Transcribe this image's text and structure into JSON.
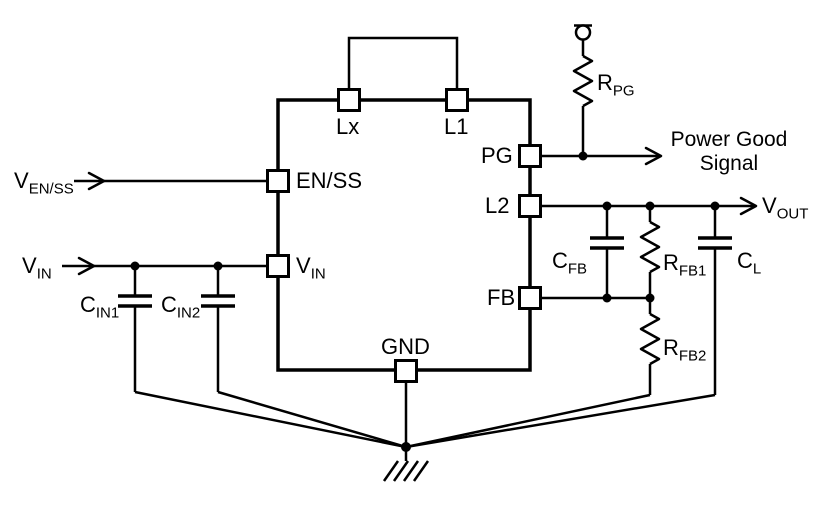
{
  "ic": {
    "pins": {
      "lx": "Lx",
      "l1": "L1",
      "en_ss": "EN/SS",
      "vin": {
        "main": "V",
        "sub": "IN"
      },
      "pg": "PG",
      "l2": "L2",
      "fb": "FB",
      "gnd": "GND"
    }
  },
  "signals": {
    "ven_ss": {
      "main": "V",
      "sub": "EN/SS"
    },
    "vin": {
      "main": "V",
      "sub": "IN"
    },
    "vout": {
      "main": "V",
      "sub": "OUT"
    },
    "power_good": {
      "line1": "Power Good",
      "line2": "Signal"
    }
  },
  "components": {
    "rpg": {
      "main": "R",
      "sub": "PG"
    },
    "cin1": {
      "main": "C",
      "sub": "IN1"
    },
    "cin2": {
      "main": "C",
      "sub": "IN2"
    },
    "cfb": {
      "main": "C",
      "sub": "FB"
    },
    "rfb1": {
      "main": "R",
      "sub": "FB1"
    },
    "rfb2": {
      "main": "R",
      "sub": "FB2"
    },
    "cl": {
      "main": "C",
      "sub": "L"
    }
  },
  "colors": {
    "stroke": "#000000",
    "background": "#ffffff"
  }
}
